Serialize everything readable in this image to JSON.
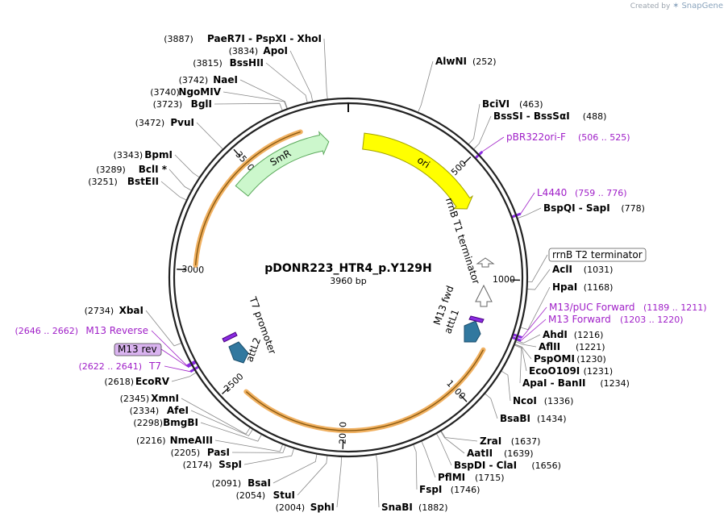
{
  "credit": {
    "prefix": "Created by",
    "brand": "SnapGene"
  },
  "plasmid": {
    "name": "pDONR223_HTR4_p.Y129H",
    "size": "3960 bp",
    "length": 3960
  },
  "ticks": [
    {
      "pos": 500,
      "label": "500"
    },
    {
      "pos": 1000,
      "label": "1000"
    },
    {
      "pos": 1500,
      "label": "1500"
    },
    {
      "pos": 2000,
      "label": "2000"
    },
    {
      "pos": 2500,
      "label": "2500"
    },
    {
      "pos": 3000,
      "label": "3000"
    },
    {
      "pos": 3500,
      "label": "3500"
    }
  ],
  "features": [
    {
      "name": "ori",
      "label": "ori",
      "start": 70,
      "end": 660,
      "dir": 1,
      "color": "#ffff00",
      "stroke": "#a0a000",
      "label_color": "#000000"
    },
    {
      "name": "smr",
      "label": "SmR",
      "start": 3400,
      "end": 3870,
      "dir": 1,
      "color": "#ccf7cc",
      "stroke": "#5caa5c",
      "label_color": "#000000"
    },
    {
      "name": "attl1",
      "label": "attL1",
      "start": 1280,
      "end": 1330,
      "dir": 1,
      "color": "#31789f",
      "stroke": "#1b4e6c",
      "label_color": "#000000"
    },
    {
      "name": "attl2",
      "label": "attL2",
      "start": 2400,
      "end": 2450,
      "dir": -1,
      "color": "#31789f",
      "stroke": "#1b4e6c",
      "label_color": "#000000"
    },
    {
      "name": "rrnb-t1",
      "label": "rrnB T1 terminator",
      "start": 1090,
      "end": 1110,
      "dir": 0,
      "color": "#ffffff",
      "stroke": "#666666",
      "label_color": "#000000"
    },
    {
      "name": "m13-fwd-site",
      "label": "M13 fwd",
      "start": 1230,
      "end": 1250,
      "dir": 1,
      "color": "#8a2be2",
      "stroke": "#4b0082",
      "label_color": "#000000"
    },
    {
      "name": "t7-promoter-site",
      "label": "T7 promoter",
      "start": 2575,
      "end": 2600,
      "dir": -1,
      "color": "#8a2be2",
      "stroke": "#4b0082",
      "label_color": "#000000"
    }
  ],
  "orange_arcs": [
    {
      "start": 1300,
      "end": 2440
    },
    {
      "start": 3020,
      "end": 3760
    }
  ],
  "enzymes": [
    {
      "name": "AlwNI",
      "coord": "(252)",
      "pos": 252,
      "side": "right"
    },
    {
      "name": "BciVI",
      "coord": "(463)",
      "pos": 463,
      "side": "right"
    },
    {
      "name": "BssSI - BssSαI",
      "coord": "(488)",
      "pos": 488,
      "side": "right"
    },
    {
      "name": "BspQI - SapI",
      "coord": "(778)",
      "pos": 778,
      "side": "right"
    },
    {
      "name": "AclI",
      "coord": "(1031)",
      "pos": 1031,
      "side": "right"
    },
    {
      "name": "HpaI",
      "coord": "(1168)",
      "pos": 1168,
      "side": "right"
    },
    {
      "name": "AhdI",
      "coord": "(1216)",
      "pos": 1216,
      "side": "right"
    },
    {
      "name": "AflII",
      "coord": "(1221)",
      "pos": 1221,
      "side": "right"
    },
    {
      "name": "PspOMI",
      "coord": "(1230)",
      "pos": 1230,
      "side": "right"
    },
    {
      "name": "EcoO109I",
      "coord": "(1231)",
      "pos": 1231,
      "side": "right"
    },
    {
      "name": "ApaI - BanII",
      "coord": "(1234)",
      "pos": 1234,
      "side": "right"
    },
    {
      "name": "NcoI",
      "coord": "(1336)",
      "pos": 1336,
      "side": "right"
    },
    {
      "name": "BsaBI",
      "coord": "(1434)",
      "pos": 1434,
      "side": "right"
    },
    {
      "name": "ZraI",
      "coord": "(1637)",
      "pos": 1637,
      "side": "right"
    },
    {
      "name": "AatII",
      "coord": "(1639)",
      "pos": 1639,
      "side": "right"
    },
    {
      "name": "BspDI - ClaI",
      "coord": "(1656)",
      "pos": 1656,
      "side": "right"
    },
    {
      "name": "PflMI",
      "coord": "(1715)",
      "pos": 1715,
      "side": "right"
    },
    {
      "name": "FspI",
      "coord": "(1746)",
      "pos": 1746,
      "side": "right"
    },
    {
      "name": "SnaBI",
      "coord": "(1882)",
      "pos": 1882,
      "side": "right"
    },
    {
      "name": "SphI",
      "coord": "(2004)",
      "pos": 2004,
      "side": "left"
    },
    {
      "name": "StuI",
      "coord": "(2054)",
      "pos": 2054,
      "side": "left"
    },
    {
      "name": "BsaI",
      "coord": "(2091)",
      "pos": 2091,
      "side": "left"
    },
    {
      "name": "SspI",
      "coord": "(2174)",
      "pos": 2174,
      "side": "left"
    },
    {
      "name": "PasI",
      "coord": "(2205)",
      "pos": 2205,
      "side": "left"
    },
    {
      "name": "NmeAIII",
      "coord": "(2216)",
      "pos": 2216,
      "side": "left"
    },
    {
      "name": "BmgBI",
      "coord": "(2298)",
      "pos": 2298,
      "side": "left"
    },
    {
      "name": "AfeI",
      "coord": "(2334)",
      "pos": 2334,
      "side": "left"
    },
    {
      "name": "XmnI",
      "coord": "(2345)",
      "pos": 2345,
      "side": "left"
    },
    {
      "name": "EcoRV",
      "coord": "(2618)",
      "pos": 2618,
      "side": "left"
    },
    {
      "name": "XbaI",
      "coord": "(2734)",
      "pos": 2734,
      "side": "left"
    },
    {
      "name": "BstEII",
      "coord": "(3251)",
      "pos": 3251,
      "side": "left"
    },
    {
      "name": "BclI *",
      "coord": "(3289)",
      "pos": 3289,
      "side": "left"
    },
    {
      "name": "BpmI",
      "coord": "(3343)",
      "pos": 3343,
      "side": "left"
    },
    {
      "name": "PvuI",
      "coord": "(3472)",
      "pos": 3472,
      "side": "left"
    },
    {
      "name": "BglI",
      "coord": "(3723)",
      "pos": 3723,
      "side": "left"
    },
    {
      "name": "NgoMIV",
      "coord": "(3740)",
      "pos": 3740,
      "side": "left"
    },
    {
      "name": "NaeI",
      "coord": "(3742)",
      "pos": 3742,
      "side": "left"
    },
    {
      "name": "BssHII",
      "coord": "(3815)",
      "pos": 3815,
      "side": "left"
    },
    {
      "name": "ApoI",
      "coord": "(3834)",
      "pos": 3834,
      "side": "left"
    },
    {
      "name": "PaeR7I - PspXI - XhoI",
      "coord": "(3887)",
      "pos": 3887,
      "side": "left"
    }
  ],
  "primers": [
    {
      "name": "pBR322ori-F",
      "coord": "(506 .. 525)",
      "pos": 515,
      "side": "right"
    },
    {
      "name": "L4440",
      "coord": "(759 .. 776)",
      "pos": 767,
      "side": "right"
    },
    {
      "name": "M13/pUC Forward",
      "coord": "(1189 .. 1211)",
      "pos": 1200,
      "side": "right"
    },
    {
      "name": "M13 Forward",
      "coord": "(1203 .. 1220)",
      "pos": 1211,
      "side": "right"
    },
    {
      "name": "M13 Reverse",
      "coord": "(2646 .. 2662)",
      "pos": 2654,
      "side": "left"
    },
    {
      "name": "M13 rev",
      "coord": "",
      "pos": 2650,
      "side": "left",
      "boxed": true
    },
    {
      "name": "T7",
      "coord": "(2622 .. 2641)",
      "pos": 2631,
      "side": "left"
    }
  ],
  "boxed_features": [
    {
      "name": "rrnB T2 terminator",
      "pos": 1005
    }
  ]
}
